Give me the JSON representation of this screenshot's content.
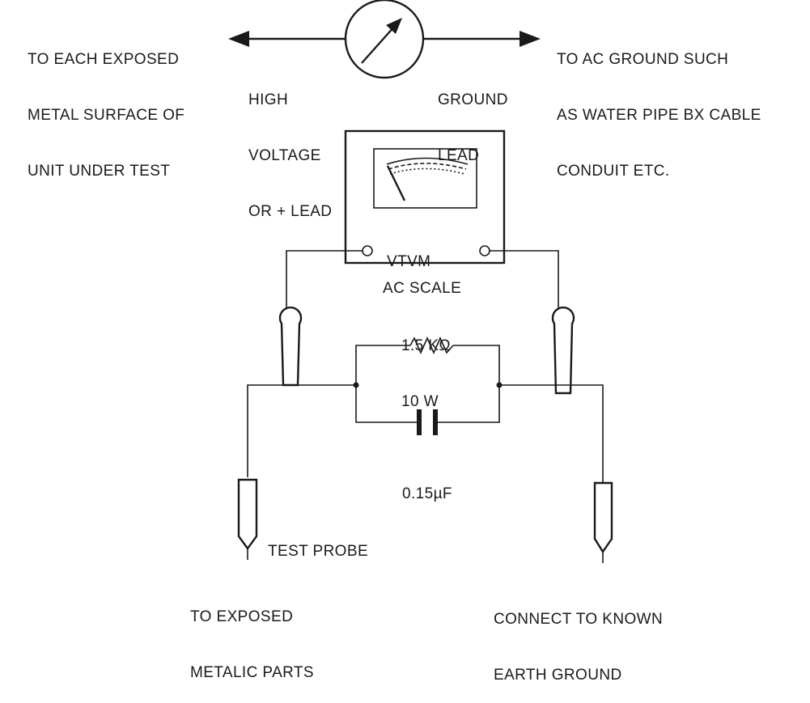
{
  "top_diagram": {
    "left_label": [
      "TO EACH EXPOSED",
      "METAL SURFACE OF",
      "UNIT UNDER TEST"
    ],
    "right_label": [
      "TO AC GROUND SUCH",
      "AS WATER PIPE BX CABLE",
      "CONDUIT ETC."
    ],
    "high_voltage_label": [
      "HIGH",
      "VOLTAGE",
      "OR + LEAD"
    ],
    "ground_lead_label": [
      "GROUND",
      "LEAD"
    ]
  },
  "meter": {
    "name": "VTVM",
    "scale": "AC SCALE"
  },
  "resistor": {
    "value": "1.5 KΩ",
    "power": "10 W"
  },
  "capacitor": {
    "value": "0.15µF"
  },
  "probe": {
    "label": "TEST PROBE"
  },
  "bottom_left_label": [
    "TO EXPOSED",
    "METALIC PARTS"
  ],
  "bottom_right_label": [
    "CONNECT TO KNOWN",
    "EARTH GROUND"
  ]
}
